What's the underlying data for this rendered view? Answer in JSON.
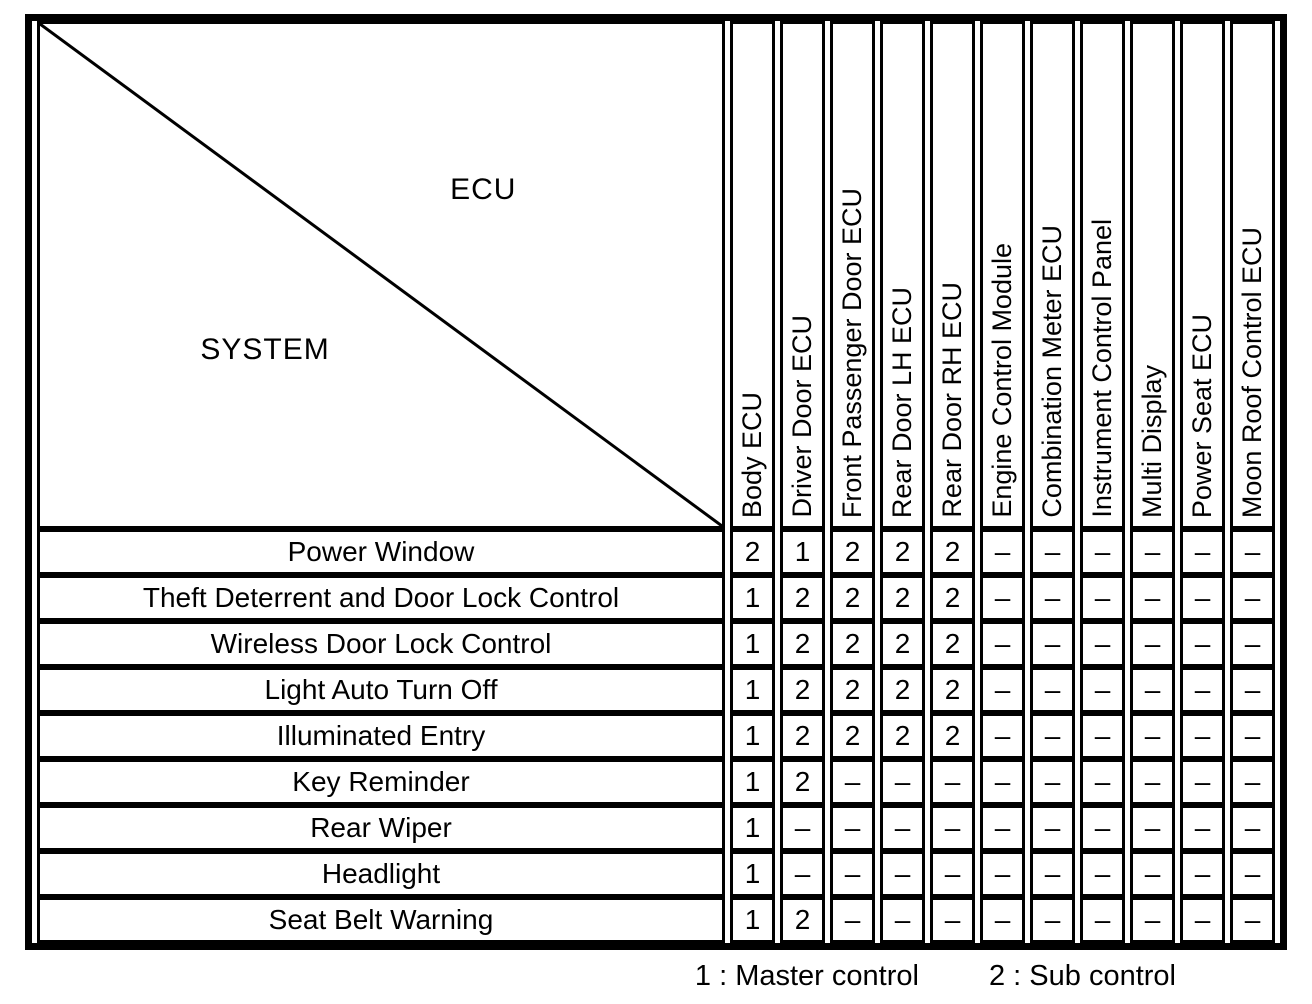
{
  "table": {
    "corner": {
      "ecu_label": "ECU",
      "system_label": "SYSTEM"
    },
    "columns": [
      "Body ECU",
      "Driver Door ECU",
      "Front Passenger Door ECU",
      "Rear Door LH ECU",
      "Rear Door RH ECU",
      "Engine Control Module",
      "Combination Meter ECU",
      "Instrument Control Panel",
      "Multi Display",
      "Power Seat ECU",
      "Moon Roof Control ECU"
    ],
    "rows": [
      {
        "system": "Power Window",
        "values": [
          "2",
          "1",
          "2",
          "2",
          "2",
          "–",
          "–",
          "–",
          "–",
          "–",
          "–"
        ]
      },
      {
        "system": "Theft Deterrent and  Door Lock Control",
        "values": [
          "1",
          "2",
          "2",
          "2",
          "2",
          "–",
          "–",
          "–",
          "–",
          "–",
          "–"
        ]
      },
      {
        "system": "Wireless Door Lock Control",
        "values": [
          "1",
          "2",
          "2",
          "2",
          "2",
          "–",
          "–",
          "–",
          "–",
          "–",
          "–"
        ]
      },
      {
        "system": "Light Auto Turn Off",
        "values": [
          "1",
          "2",
          "2",
          "2",
          "2",
          "–",
          "–",
          "–",
          "–",
          "–",
          "–"
        ]
      },
      {
        "system": "Illuminated Entry",
        "values": [
          "1",
          "2",
          "2",
          "2",
          "2",
          "–",
          "–",
          "–",
          "–",
          "–",
          "–"
        ]
      },
      {
        "system": "Key Reminder",
        "values": [
          "1",
          "2",
          "–",
          "–",
          "–",
          "–",
          "–",
          "–",
          "–",
          "–",
          "–"
        ]
      },
      {
        "system": "Rear Wiper",
        "values": [
          "1",
          "–",
          "–",
          "–",
          "–",
          "–",
          "–",
          "–",
          "–",
          "–",
          "–"
        ]
      },
      {
        "system": "Headlight",
        "values": [
          "1",
          "–",
          "–",
          "–",
          "–",
          "–",
          "–",
          "–",
          "–",
          "–",
          "–"
        ]
      },
      {
        "system": "Seat Belt Warning",
        "values": [
          "1",
          "2",
          "–",
          "–",
          "–",
          "–",
          "–",
          "–",
          "–",
          "–",
          "–"
        ]
      }
    ],
    "legend": {
      "master": "1 : Master control",
      "sub": "2 : Sub control"
    }
  }
}
